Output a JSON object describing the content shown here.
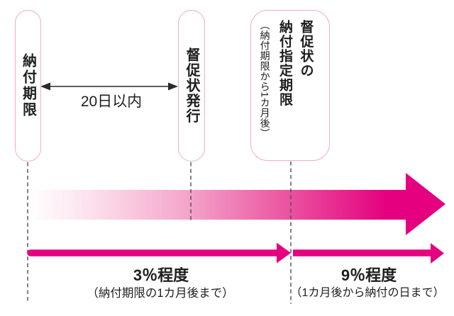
{
  "timeline": {
    "milestone_payment_deadline": "納付期限",
    "milestone_reminder_issued": "督促状発行",
    "designated_deadline_title_line1": "督促状の",
    "designated_deadline_title_line2": "納付指定期限",
    "designated_deadline_note": "（納付期限から1カ月後）",
    "interval_label": "20日以内"
  },
  "penalty": {
    "segment1_rate": "3％程度",
    "segment1_note": "（納付期限の1カ月後まで）",
    "segment2_rate": "9％程度",
    "segment2_note": "（1カ月後から納付の日まで）"
  },
  "colors": {
    "magenta": "#e4007f",
    "pill_border": "#ecadc9",
    "dashed_line": "#4d4d4d",
    "text": "#1f1f1f"
  }
}
